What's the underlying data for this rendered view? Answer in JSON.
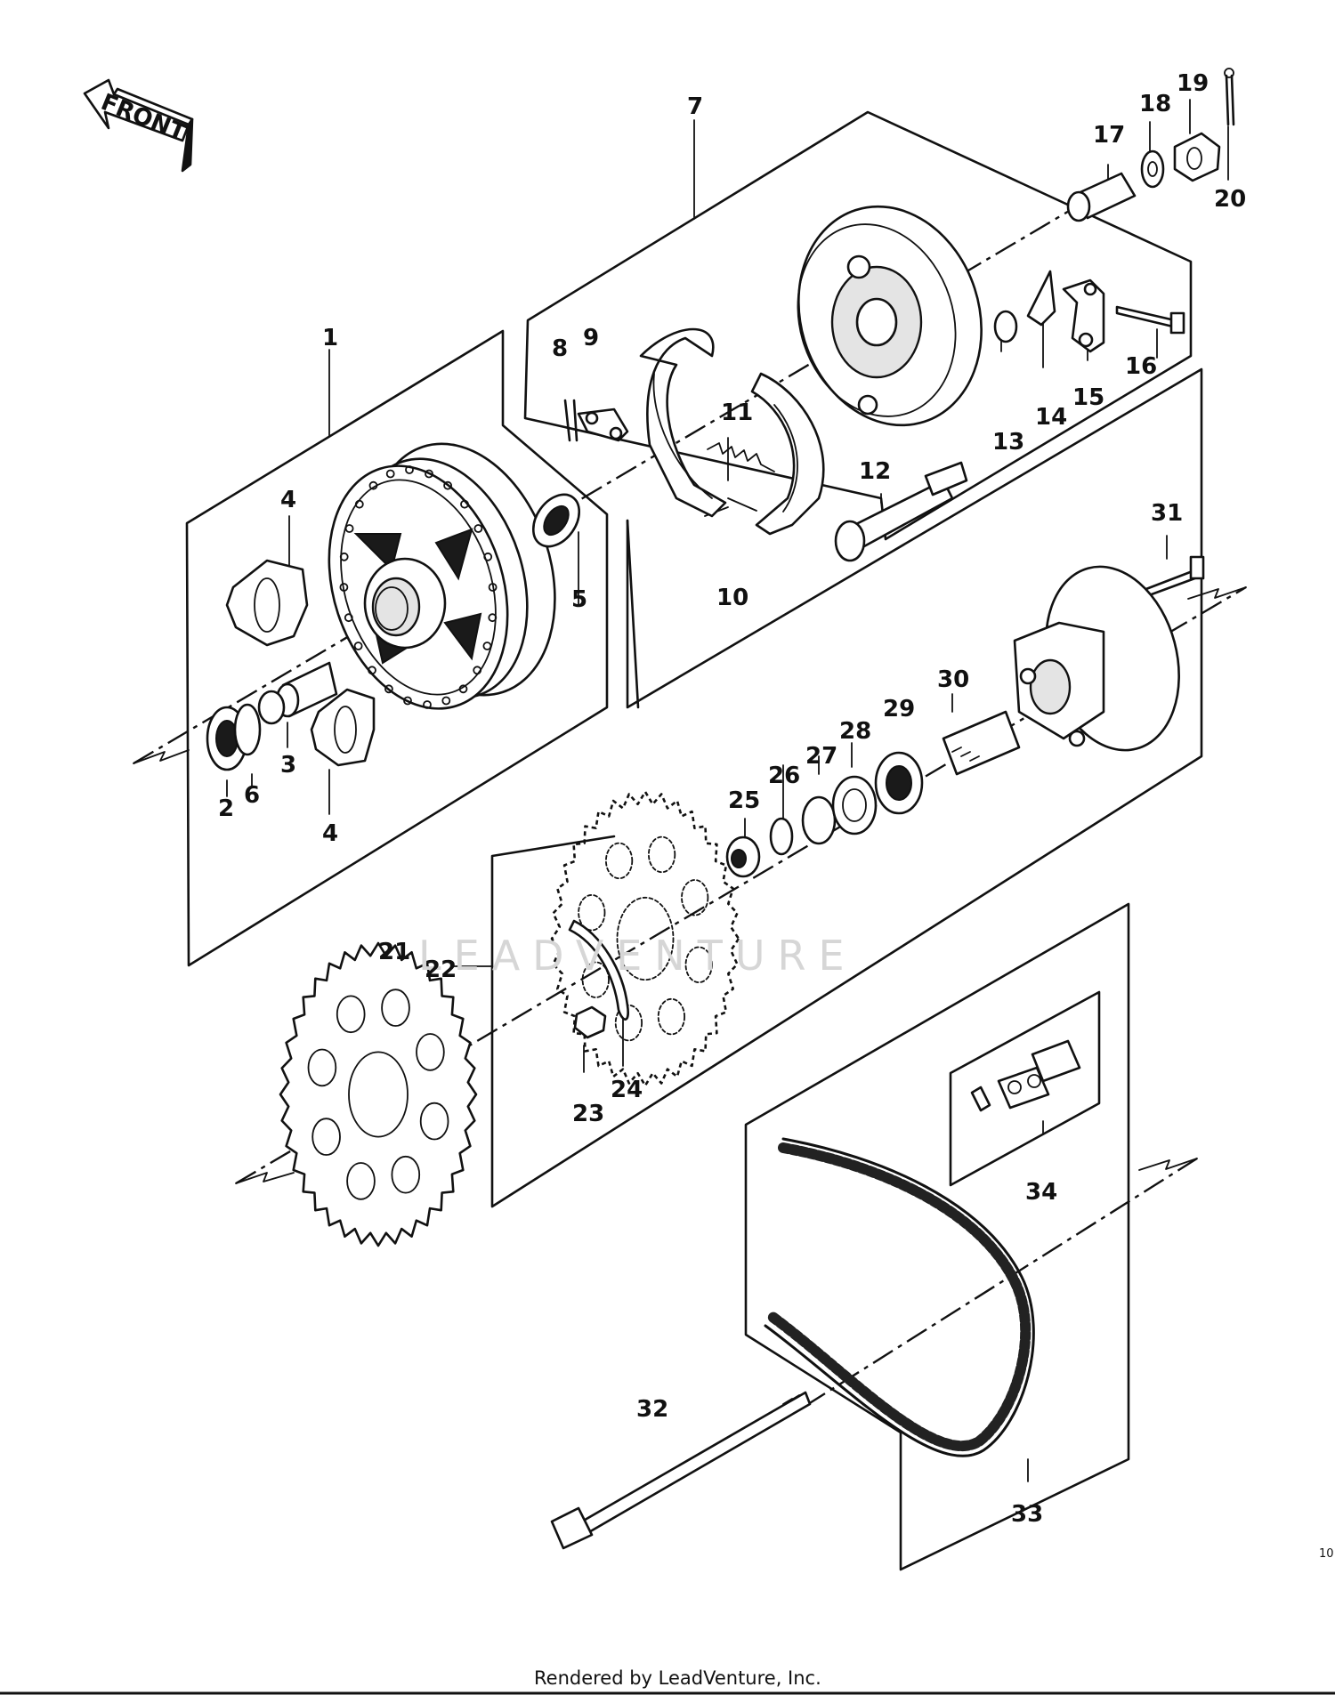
{
  "front_label": "FRONT",
  "watermark": "LEADVENTURE",
  "footer": "Rendered by LeadVenture, Inc.",
  "corner_code": "10",
  "callouts": [
    {
      "id": "c1",
      "text": "1"
    },
    {
      "id": "c2",
      "text": "2"
    },
    {
      "id": "c3",
      "text": "3"
    },
    {
      "id": "c4a",
      "text": "4"
    },
    {
      "id": "c4b",
      "text": "4"
    },
    {
      "id": "c5",
      "text": "5"
    },
    {
      "id": "c6",
      "text": "6"
    },
    {
      "id": "c7",
      "text": "7"
    },
    {
      "id": "c8",
      "text": "8"
    },
    {
      "id": "c9",
      "text": "9"
    },
    {
      "id": "c10",
      "text": "10"
    },
    {
      "id": "c11",
      "text": "11"
    },
    {
      "id": "c12",
      "text": "12"
    },
    {
      "id": "c13",
      "text": "13"
    },
    {
      "id": "c14",
      "text": "14"
    },
    {
      "id": "c15",
      "text": "15"
    },
    {
      "id": "c16",
      "text": "16"
    },
    {
      "id": "c17",
      "text": "17"
    },
    {
      "id": "c18",
      "text": "18"
    },
    {
      "id": "c19",
      "text": "19"
    },
    {
      "id": "c20",
      "text": "20"
    },
    {
      "id": "c21",
      "text": "21"
    },
    {
      "id": "c22",
      "text": "22"
    },
    {
      "id": "c23",
      "text": "23"
    },
    {
      "id": "c24",
      "text": "24"
    },
    {
      "id": "c25",
      "text": "25"
    },
    {
      "id": "c26",
      "text": "26"
    },
    {
      "id": "c27",
      "text": "27"
    },
    {
      "id": "c28",
      "text": "28"
    },
    {
      "id": "c29",
      "text": "29"
    },
    {
      "id": "c30",
      "text": "30"
    },
    {
      "id": "c31",
      "text": "31"
    },
    {
      "id": "c32",
      "text": "32"
    },
    {
      "id": "c33",
      "text": "33"
    },
    {
      "id": "c34",
      "text": "34"
    }
  ]
}
